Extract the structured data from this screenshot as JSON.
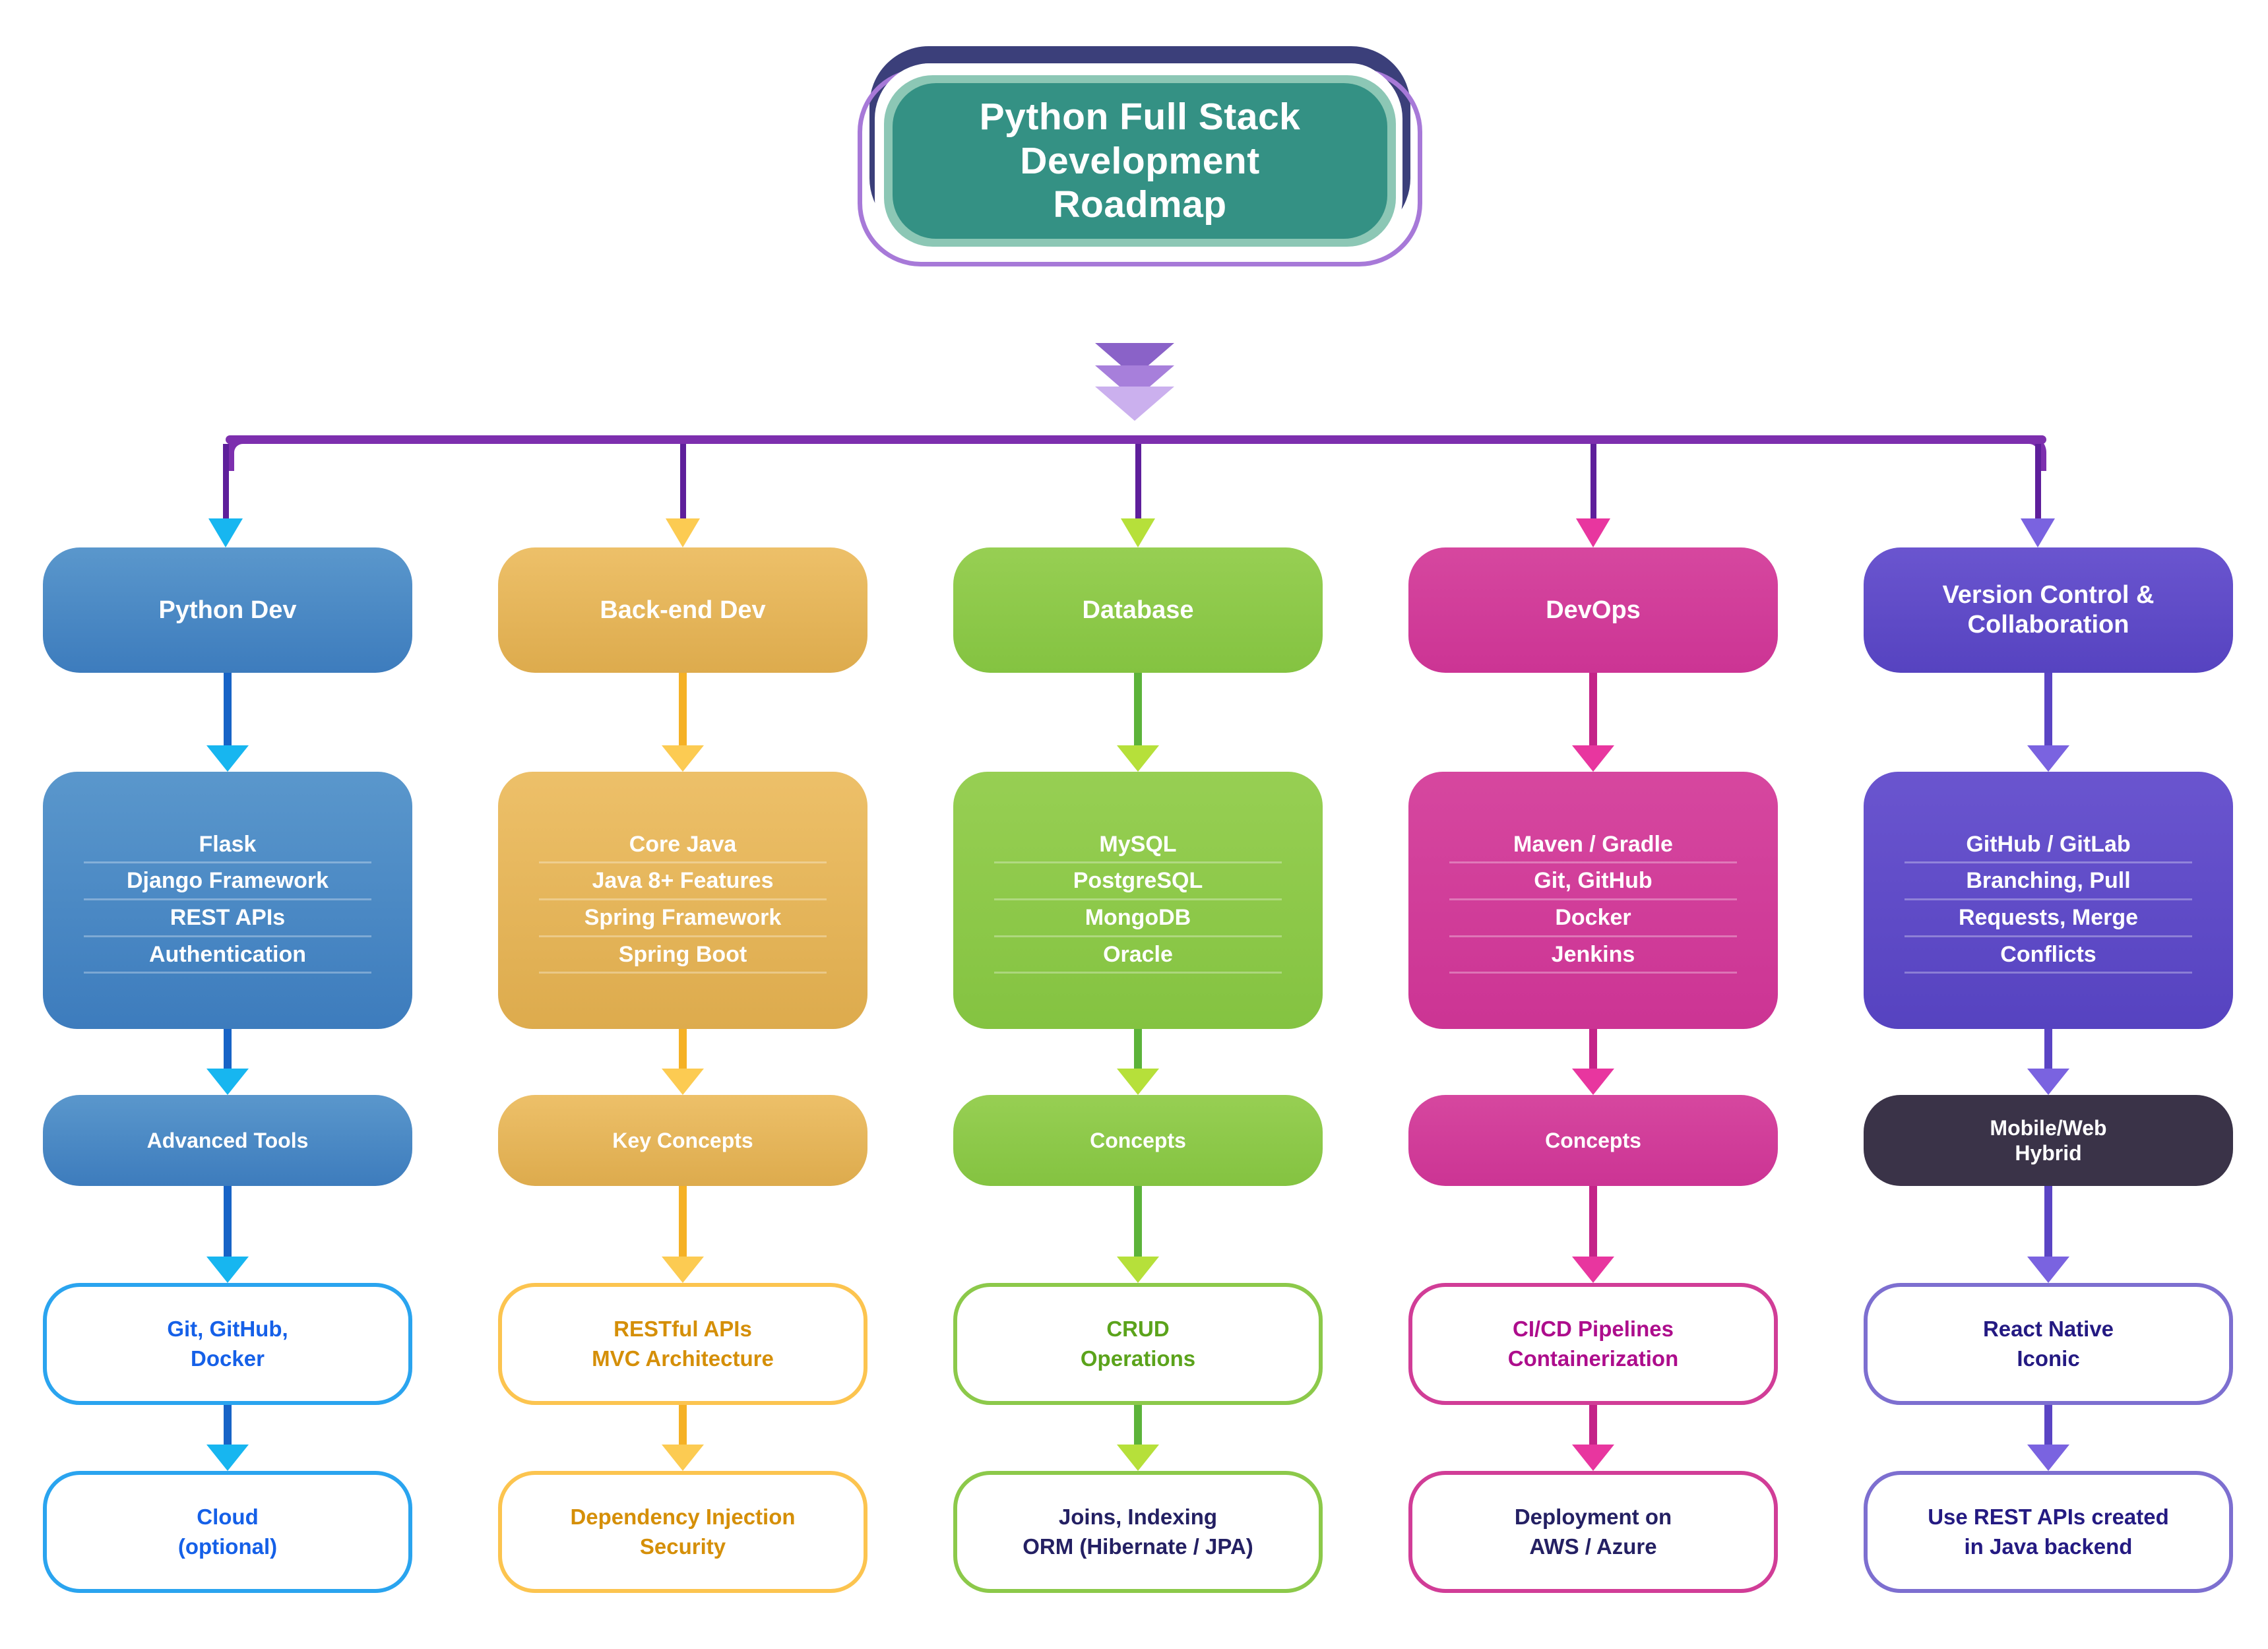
{
  "title": {
    "text": "Python Full Stack\nDevelopment\nRoadmap",
    "fill": "#349184",
    "ring_outer": "#3b3f7a",
    "ring_inner": "#a779d8"
  },
  "bus": {
    "color": "#7d2fae"
  },
  "columns": [
    {
      "key": "python-dev",
      "accent": "#3d7cbd",
      "accent_light": "#5a97cc",
      "arrow": "#1763c6",
      "arrow_tip": "#17b6f0",
      "outline_border": "#2aa4ef",
      "outline_text": "#1560e8",
      "head": {
        "label": "Python Dev"
      },
      "list": {
        "items": [
          "Flask",
          "Django Framework",
          "REST APIs",
          "Authentication"
        ]
      },
      "mid": {
        "label": "Advanced Tools"
      },
      "step4": {
        "label": "Git, GitHub,\nDocker",
        "text_color": "#1560e8"
      },
      "step5": {
        "label": "Cloud\n(optional)",
        "text_color": "#1560e8"
      }
    },
    {
      "key": "back-end-dev",
      "accent": "#ddab4d",
      "accent_light": "#edc069",
      "arrow": "#f5b125",
      "arrow_tip": "#fccb52",
      "outline_border": "#fcc44f",
      "outline_text": "#d58f08",
      "head": {
        "label": "Back-end Dev"
      },
      "list": {
        "items": [
          "Core Java",
          "Java 8+ Features",
          "Spring Framework",
          "Spring Boot"
        ]
      },
      "mid": {
        "label": "Key Concepts"
      },
      "step4": {
        "label": "RESTful APIs\nMVC Architecture",
        "text_color": "#d58f08"
      },
      "step5": {
        "label": "Dependency Injection\nSecurity",
        "text_color": "#d58f08"
      }
    },
    {
      "key": "database",
      "accent": "#84c341",
      "accent_light": "#97cf53",
      "arrow": "#5cb33a",
      "arrow_tip": "#b6e03a",
      "outline_border": "#8cc94a",
      "outline_text": "#5ba31b",
      "head": {
        "label": "Database"
      },
      "list": {
        "items": [
          "MySQL",
          "PostgreSQL",
          "MongoDB",
          "Oracle"
        ]
      },
      "mid": {
        "label": "Concepts"
      },
      "step4": {
        "label": "CRUD\nOperations",
        "text_color": "#5ba31b"
      },
      "step5": {
        "label": "Joins, Indexing\nORM (Hibernate / JPA)",
        "text_color": "#242063"
      }
    },
    {
      "key": "devops",
      "accent": "#cc3494",
      "accent_light": "#d6479f",
      "arrow": "#c42388",
      "arrow_tip": "#e8369f",
      "outline_border": "#d13d97",
      "outline_text": "#ad0d8c",
      "head": {
        "label": "DevOps"
      },
      "list": {
        "items": [
          "Maven / Gradle",
          "Git, GitHub",
          "Docker",
          "Jenkins"
        ]
      },
      "mid": {
        "label": "Concepts"
      },
      "step4": {
        "label": "CI/CD Pipelines\nContainerization",
        "text_color": "#ad0d8c"
      },
      "step5": {
        "label": "Deployment on\nAWS / Azure",
        "text_color": "#242063"
      }
    },
    {
      "key": "version-control",
      "accent": "#5643c0",
      "accent_light": "#6a55cf",
      "arrow": "#5a44c4",
      "arrow_tip": "#7a63e0",
      "outline_border": "#7d6fd0",
      "outline_text": "#241a82",
      "head": {
        "label": "Version Control &\nCollaboration"
      },
      "list": {
        "items": [
          "GitHub / GitLab",
          "Branching, Pull",
          "Requests, Merge",
          "Conflicts"
        ]
      },
      "mid": {
        "label": "Mobile/Web\nHybrid",
        "fill": "#3a3348"
      },
      "step4": {
        "label": "React Native\nIconic",
        "text_color": "#241a82"
      },
      "step5": {
        "label": "Use REST APIs created\nin Java backend",
        "text_color": "#241a82"
      }
    }
  ]
}
